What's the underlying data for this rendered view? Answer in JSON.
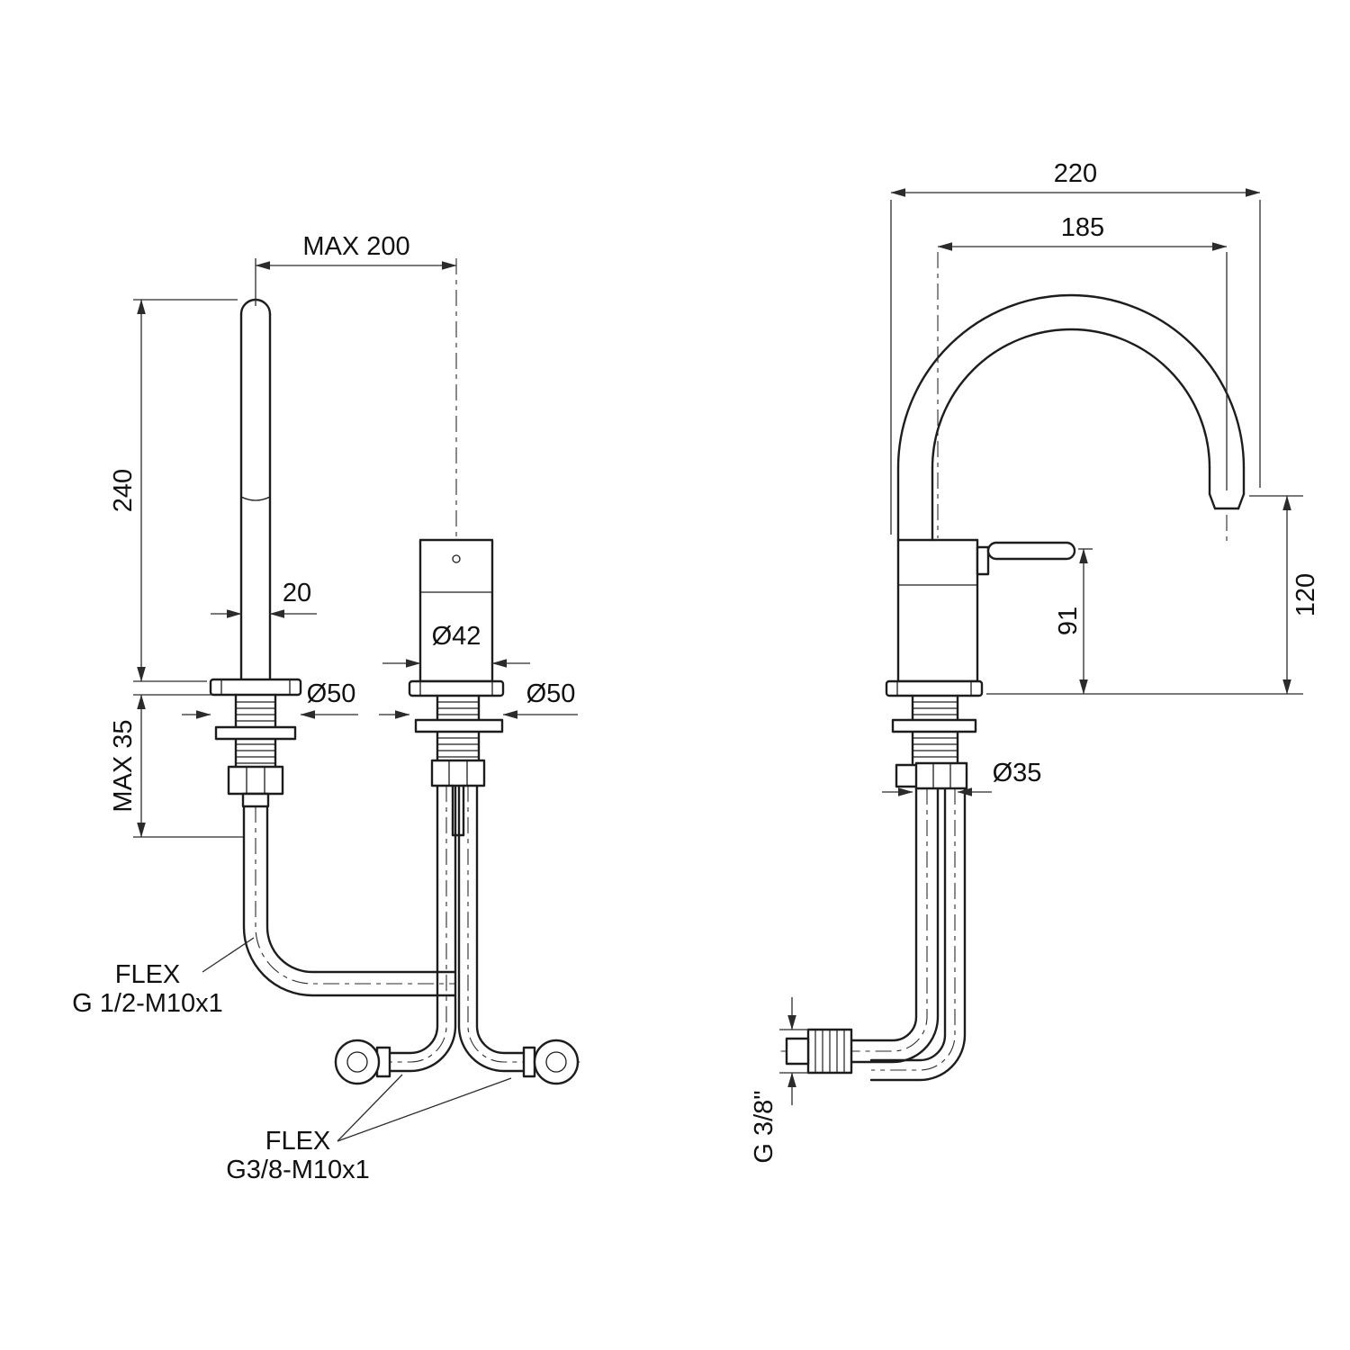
{
  "front_view": {
    "dims": {
      "max_width": "MAX 200",
      "spout_height": "240",
      "spout_diameter": "20",
      "body_diameter": "Ø42",
      "spout_flange_diameter": "Ø50",
      "body_flange_diameter": "Ø50",
      "deck_thickness": "MAX 35"
    },
    "labels": {
      "flex1": {
        "line1": "FLEX",
        "line2": "G 1/2-M10x1"
      },
      "flex2": {
        "line1": "FLEX",
        "line2": "G3/8-M10x1"
      }
    }
  },
  "side_view": {
    "dims": {
      "overall_depth": "220",
      "spout_reach": "185",
      "spout_outlet_height": "120",
      "handle_height": "91",
      "shank_diameter": "Ø35",
      "supply_connection": "G 3/8\""
    }
  },
  "colors": {
    "line": "#1d1d1d",
    "dim": "#2b2b2b",
    "background": "#ffffff"
  }
}
